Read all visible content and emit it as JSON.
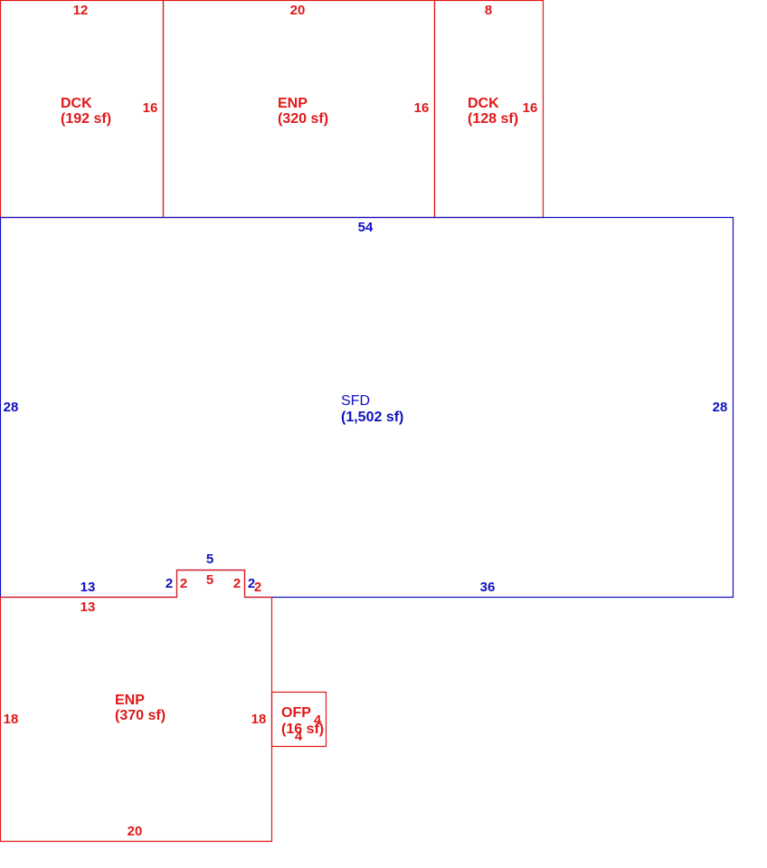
{
  "colors": {
    "blue": "#1010c0",
    "red": "#e01818"
  },
  "areas": {
    "dck_left": {
      "code": "DCK",
      "area": "(192 sf)"
    },
    "enp_top": {
      "code": "ENP",
      "area": "(320 sf)"
    },
    "dck_right": {
      "code": "DCK",
      "area": "(128 sf)"
    },
    "sfd": {
      "code": "SFD",
      "area": "(1,502 sf)"
    },
    "enp_bottom": {
      "code": "ENP",
      "area": "(370 sf)"
    },
    "ofp": {
      "code": "OFP",
      "area": "(16 sf)"
    }
  },
  "dimensions": {
    "dck_left_top": "12",
    "dck_left_side": "16",
    "enp_top_top": "20",
    "enp_top_side": "16",
    "dck_right_top": "8",
    "dck_right_side": "16",
    "sfd_top": "54",
    "sfd_left": "28",
    "sfd_right": "28",
    "sfd_bottom_left": "13",
    "sfd_bump_left": "2",
    "sfd_bump_top": "5",
    "sfd_bump_right": "2",
    "sfd_bottom_right": "36",
    "enp_bottom_top": "13",
    "enp_bottom_bump_left": "2",
    "enp_bottom_bump": "5",
    "enp_bottom_bump_right": "2",
    "enp_bottom_left": "18",
    "enp_bottom_right": "18",
    "enp_bottom_bottom": "20",
    "ofp_side": "4",
    "ofp_bottom": "4"
  }
}
